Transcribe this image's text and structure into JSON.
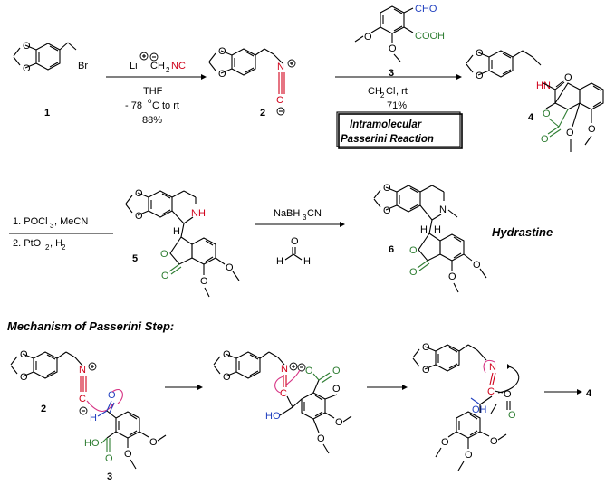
{
  "compounds": {
    "c1": "1",
    "c2": "2",
    "c3": "3",
    "c4": "4",
    "c5": "5",
    "c6": "6",
    "mech_c2": "2",
    "mech_c3": "3",
    "mech_product": "4"
  },
  "atoms": {
    "br": "Br",
    "o": "O",
    "h": "H",
    "nh": "NH",
    "hn": "HN",
    "n": "N",
    "c": "C",
    "cho": "CHO",
    "cooh": "COOH",
    "ho": "HO",
    "oh": "OH"
  },
  "step1": {
    "reagent_li": "Li",
    "reagent_ch2": "CH",
    "reagent_2": "2",
    "reagent_nc": "NC",
    "solvent": "THF",
    "temp_a": "- 78",
    "temp_o": "o",
    "temp_b": "C to rt",
    "yield": "88%"
  },
  "step2": {
    "reagent_num": "3",
    "solvent_a": "CH",
    "solvent_2": "2",
    "solvent_b": "Cl",
    "solvent_c": ", rt",
    "yield": "71%",
    "box_line1": "Intramolecular",
    "box_line2": "Passerini Reaction"
  },
  "step3": {
    "line1_a": "1. POCl",
    "line1_3": "3",
    "line1_b": ", MeCN",
    "line2_a": "2. PtO",
    "line2_2": "2",
    "line2_b": ", H",
    "line2_c": "2"
  },
  "step4": {
    "reagent_a": "NaBH",
    "reagent_3": "3",
    "reagent_b": "CN",
    "product_name": "Hydrastine"
  },
  "mechanism": {
    "heading": "Mechanism of Passerini Step:"
  }
}
